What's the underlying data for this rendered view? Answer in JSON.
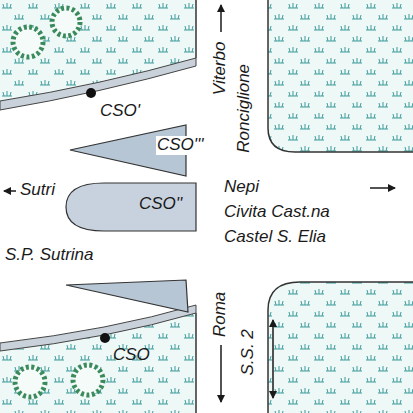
{
  "diagram": {
    "nodes": [
      {
        "text": [
          "CSO'''"
        ]
      },
      {
        "text": [
          "CSO''"
        ]
      }
    ],
    "labels": [
      "CSO'",
      "Sutri",
      "S.P. Sutrina",
      "CSO",
      "Viterbo",
      "Ronciglione",
      "Nepi",
      "Civita Cast.na",
      "Castel S. Elia",
      "Roma",
      "S.S. 2"
    ]
  }
}
